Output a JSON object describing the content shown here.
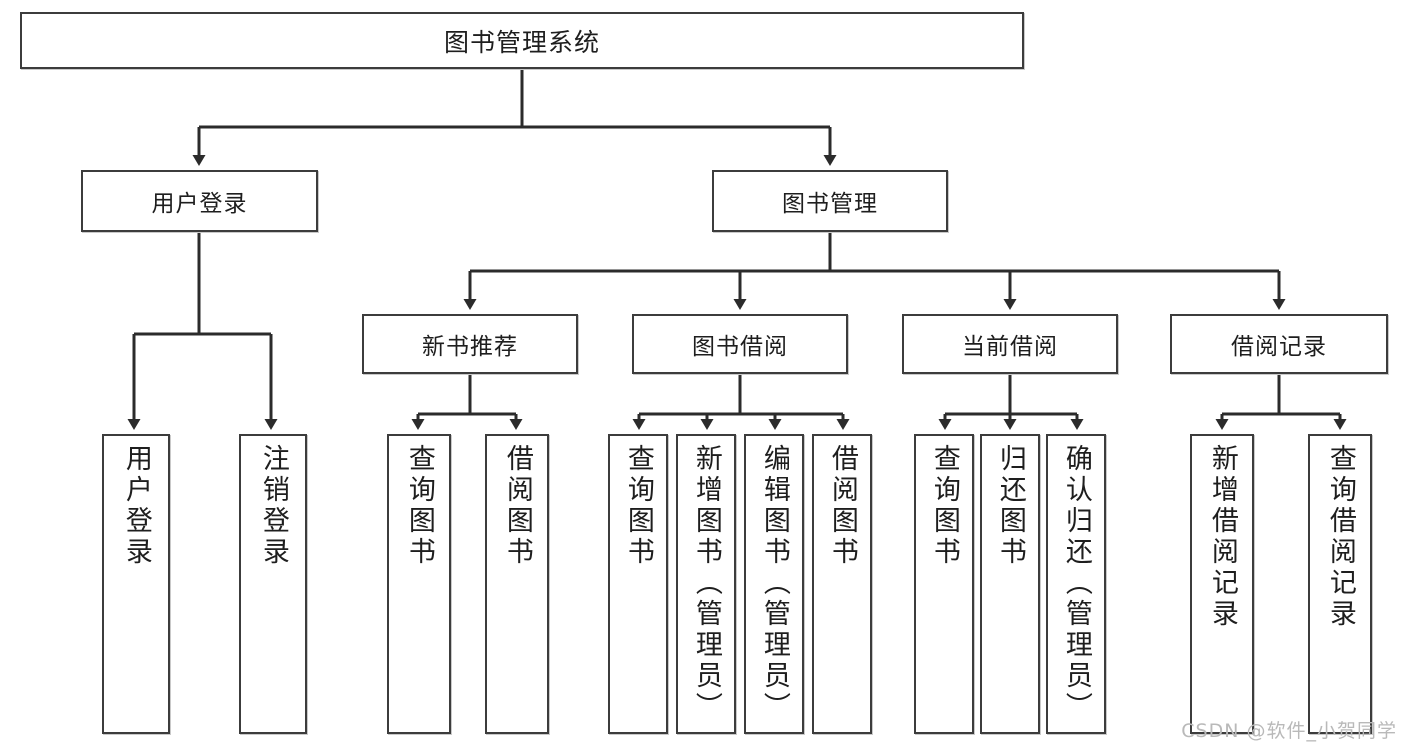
{
  "diagram": {
    "title": "图书管理系统",
    "type": "hierarchical-function-tree",
    "levels": 4,
    "colors": {
      "box_border": "#3c3c3c",
      "box_fill": "#ffffff",
      "connector": "#2b2b2b",
      "text": "#1e1e1e",
      "watermark": "#b9b9b9"
    },
    "root": {
      "label": "图书管理系统"
    },
    "level2": [
      {
        "label": "用户登录"
      },
      {
        "label": "图书管理"
      }
    ],
    "level3": [
      {
        "label": "新书推荐"
      },
      {
        "label": "图书借阅"
      },
      {
        "label": "当前借阅"
      },
      {
        "label": "借阅记录"
      }
    ],
    "leaves": {
      "user_login": [
        {
          "label": "用户登录"
        },
        {
          "label": "注销登录"
        }
      ],
      "new_book": [
        {
          "label": "查询图书"
        },
        {
          "label": "借阅图书"
        }
      ],
      "book_borrow": [
        {
          "label": "查询图书"
        },
        {
          "label": "新增图书（管理员）"
        },
        {
          "label": "编辑图书（管理员）"
        },
        {
          "label": "借阅图书"
        }
      ],
      "current_borrow": [
        {
          "label": "查询图书"
        },
        {
          "label": "归还图书"
        },
        {
          "label": "确认归还（管理员）"
        }
      ],
      "borrow_record": [
        {
          "label": "新增借阅记录"
        },
        {
          "label": "查询借阅记录"
        }
      ]
    }
  },
  "watermark": {
    "text": "CSDN @软件_小贺同学"
  }
}
